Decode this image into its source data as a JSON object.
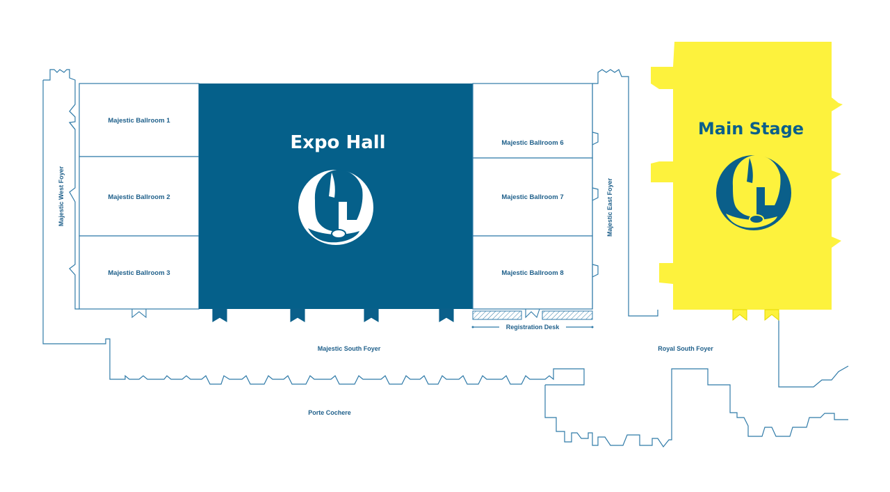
{
  "venue_map": {
    "rooms": {
      "ballroom_1": "Majestic Ballroom 1",
      "ballroom_2": "Majestic Ballroom 2",
      "ballroom_3": "Majestic Ballroom 3",
      "ballroom_6": "Majestic Ballroom 6",
      "ballroom_7": "Majestic Ballroom 7",
      "ballroom_8": "Majestic Ballroom 8",
      "expo_hall": "Expo Hall",
      "main_stage": "Main Stage"
    },
    "areas": {
      "west_foyer": "Majestic West Foyer",
      "east_foyer": "Majestic East Foyer",
      "south_foyer": "Majestic South Foyer",
      "royal_south_foyer": "Royal South Foyer",
      "porte_cochere": "Porte Cochere",
      "registration_desk": "Registration Desk"
    },
    "colors": {
      "expo_hall_fill": "#05608a",
      "main_stage_fill": "#fdf23d",
      "outline": "#2f7aa8",
      "label": "#1e5f8a"
    },
    "icons": {
      "expo_hall_emblem": "spartan-helmet-icon",
      "main_stage_emblem": "spartan-helmet-icon"
    }
  }
}
